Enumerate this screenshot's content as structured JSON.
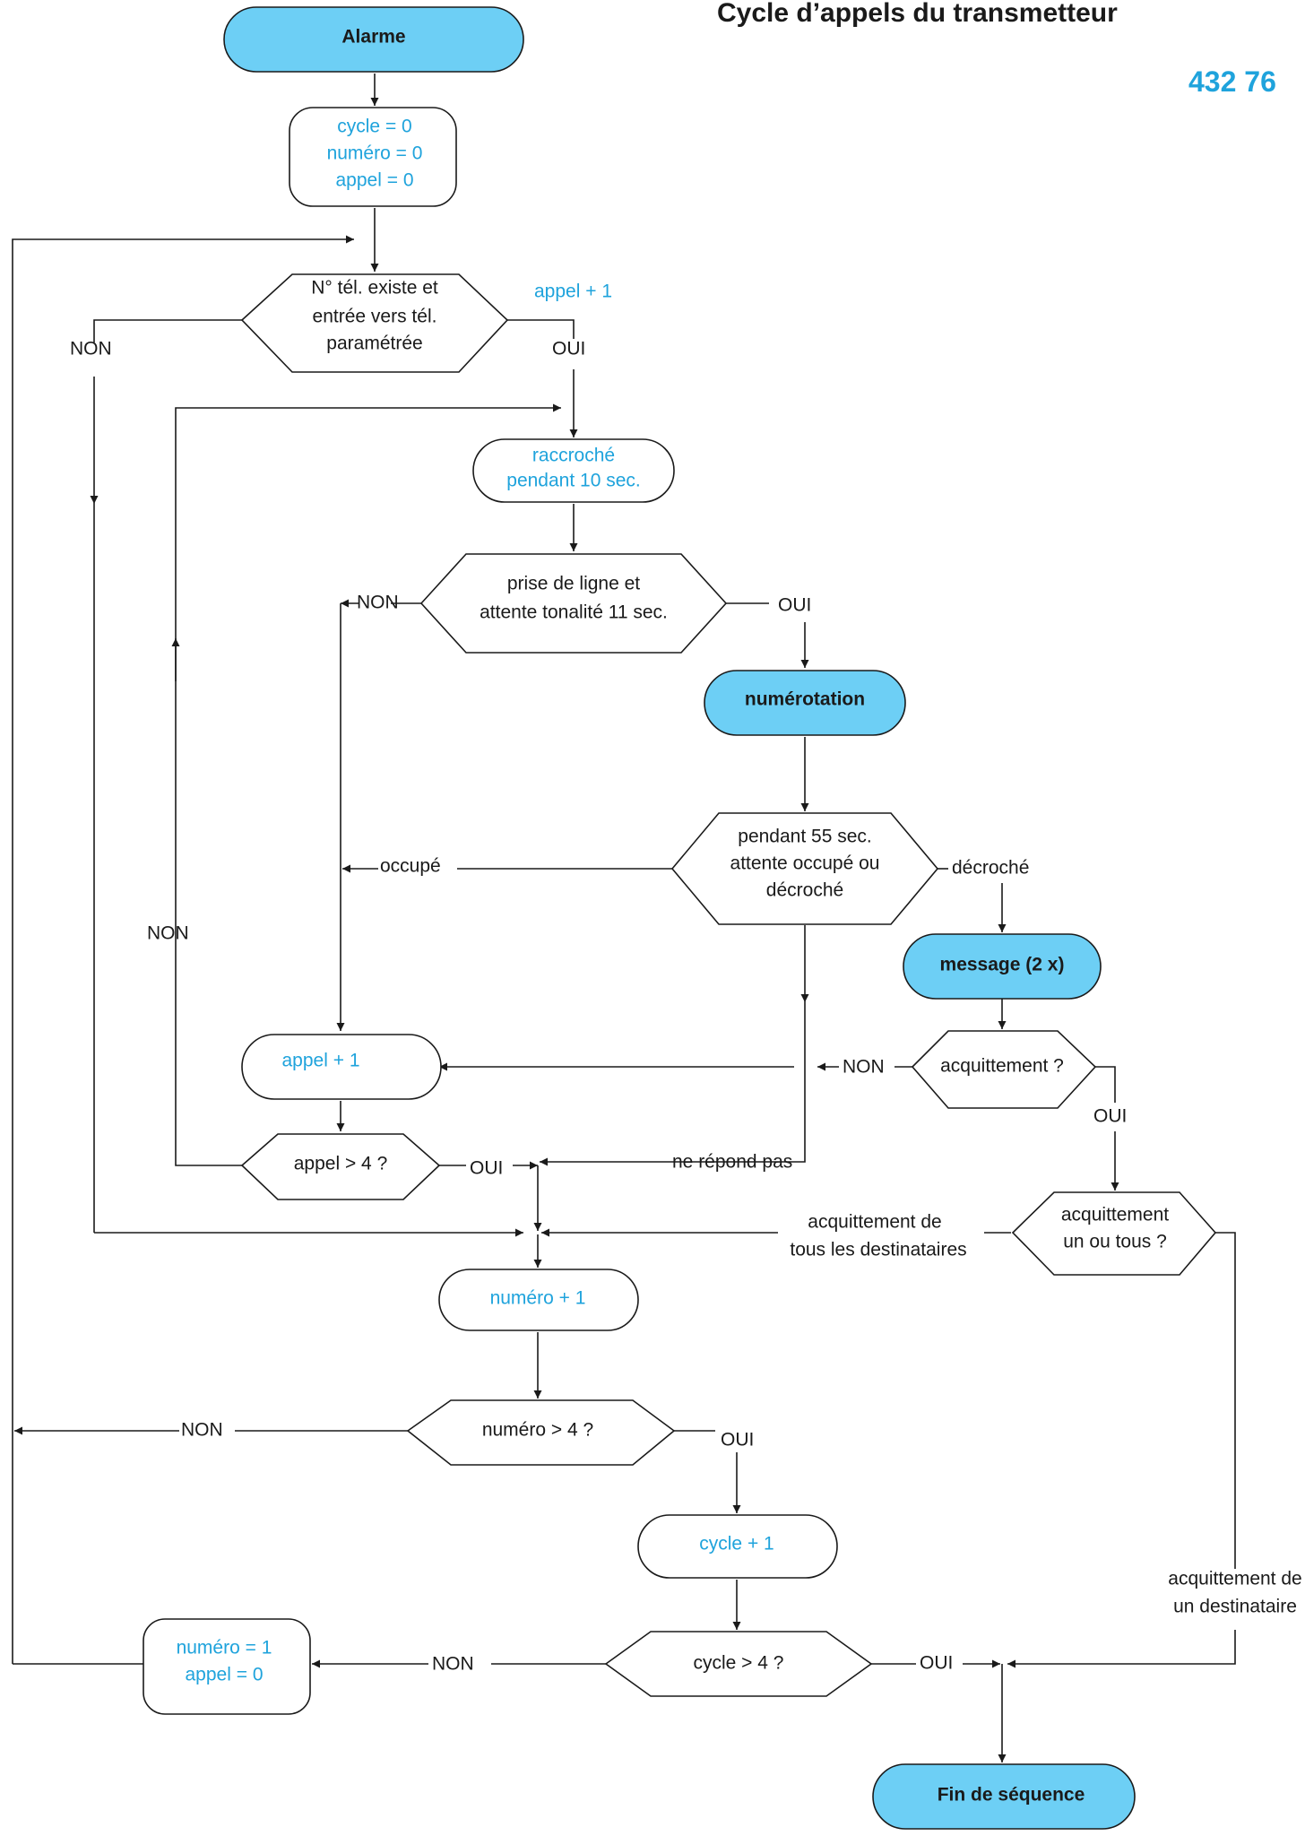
{
  "title": "Cycle d’appels du transmetteur",
  "reference": "432 76",
  "colors": {
    "accent_fill": "#6dcff5",
    "accent_text": "#1fa3dc",
    "line": "#1a1a1a"
  },
  "nodes": {
    "alarme": "Alarme",
    "init": [
      "cycle = 0",
      "numéro = 0",
      "appel = 0"
    ],
    "tel_exists": [
      "N° tél. existe et",
      "entrée vers tél.",
      "paramétrée"
    ],
    "raccroche": [
      "raccroché",
      "pendant 10 sec."
    ],
    "prise_ligne": [
      "prise de ligne et",
      "attente tonalité 11 sec."
    ],
    "numerotation": "numérotation",
    "attente": [
      "pendant 55 sec.",
      "attente occupé ou",
      "décroché"
    ],
    "message": "message (2 x)",
    "acquittement": "acquittement ?",
    "appel_plus": "appel + 1",
    "appel_gt": "appel > 4 ?",
    "acq_un_tous": [
      "acquittement",
      "un ou tous ?"
    ],
    "numero_plus": "numéro + 1",
    "numero_gt": "numéro > 4 ?",
    "cycle_plus": "cycle + 1",
    "cycle_gt": "cycle > 4 ?",
    "reset": [
      "numéro = 1",
      "appel = 0"
    ],
    "fin": "Fin de séquence"
  },
  "labels": {
    "appel_plus_1": "appel + 1",
    "non_1": "NON",
    "oui_1": "OUI",
    "non_prise": "NON",
    "oui_prise": "OUI",
    "occupe": "occupé",
    "decroche": "décroché",
    "non_left": "NON",
    "non_acq": "NON",
    "oui_acq": "OUI",
    "oui_appel": "OUI",
    "ne_repond_pas": "ne répond pas",
    "acq_tous": [
      "acquittement de",
      "tous les destinataires"
    ],
    "non_numero": "NON",
    "oui_numero": "OUI",
    "acq_un": [
      "acquittement de",
      "un destinataire"
    ],
    "non_cycle": "NON",
    "oui_cycle": "OUI"
  }
}
